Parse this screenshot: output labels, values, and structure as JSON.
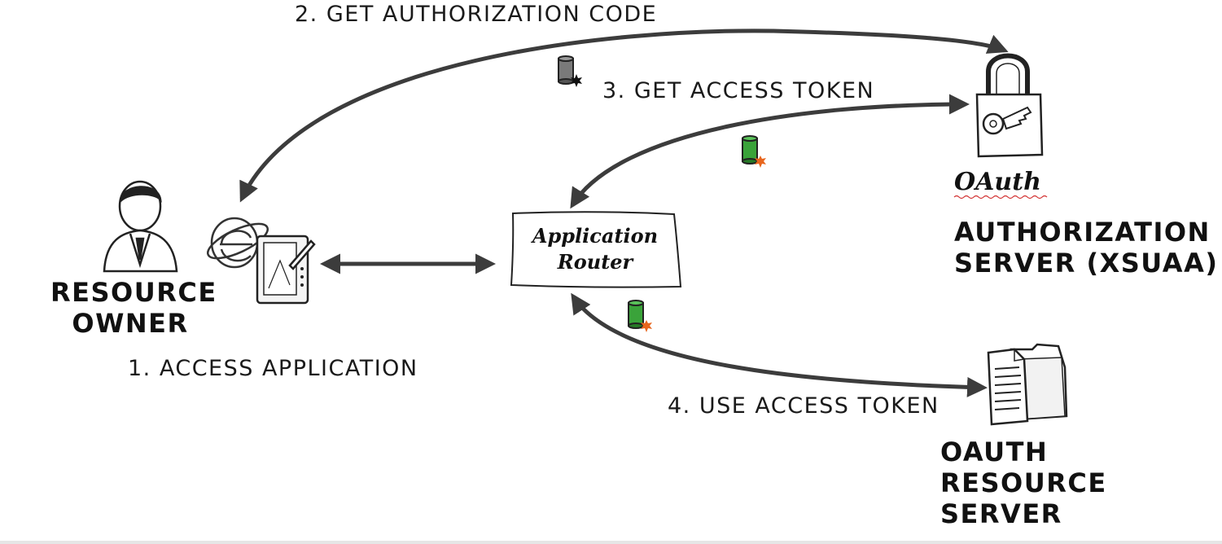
{
  "steps": {
    "step1": "1. ACCESS APPLICATION",
    "step2": "2. GET AUTHORIZATION CODE",
    "step3": "3. GET ACCESS TOKEN",
    "step4": "4. USE ACCESS TOKEN"
  },
  "resource_owner": {
    "line1": "RESOURCE",
    "line2": "OWNER"
  },
  "app_router": {
    "line1": "Application",
    "line2": "Router"
  },
  "auth_server": {
    "title": "OAuth",
    "line1": "AUTHORIZATION",
    "line2": "SERVER (XSUAA)"
  },
  "resource_server": {
    "line1": "OAUTH",
    "line2": "RESOURCE",
    "line3": "SERVER"
  },
  "colors": {
    "arrow": "#3c3c3c",
    "token_gray": "#7a7a7a",
    "token_green": "#3aa33a",
    "seal_orange": "#e8661e",
    "seal_black": "#111111"
  },
  "icons": [
    "person-icon",
    "browser-icon",
    "tablet-icon",
    "padlock-key-icon",
    "documents-folder-icon",
    "authorization-code-scroll-icon",
    "access-token-scroll-icon"
  ]
}
